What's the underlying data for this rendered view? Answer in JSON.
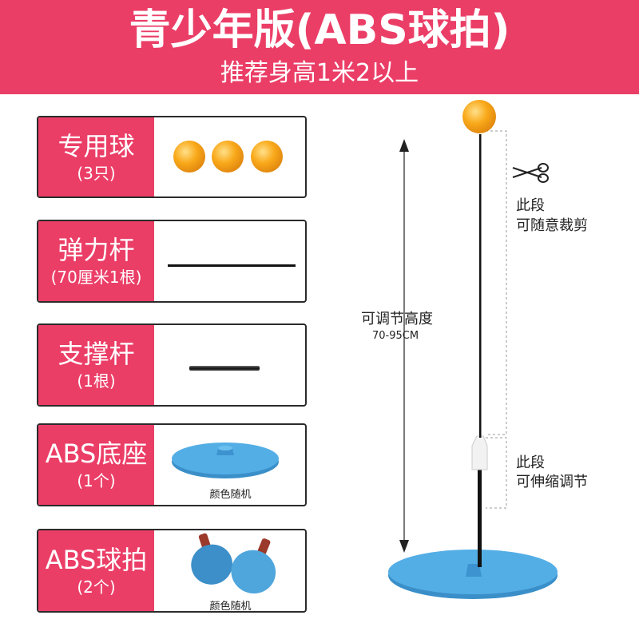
{
  "header": {
    "title": "青少年版(ABS球拍)",
    "subtitle": "推荐身高1米2以上"
  },
  "items": [
    {
      "name": "专用球",
      "qty": "(3只)",
      "icon": "ping-pong-balls"
    },
    {
      "name": "弹力杆",
      "qty": "(70厘米1根)",
      "icon": "elastic-rod"
    },
    {
      "name": "支撑杆",
      "qty": "(1根)",
      "icon": "support-rod"
    },
    {
      "name": "ABS底座",
      "qty": "(1个)",
      "icon": "abs-base",
      "caption": "颜色随机"
    },
    {
      "name": "ABS球拍",
      "qty": "(2个)",
      "icon": "paddles",
      "caption": "颜色随机"
    }
  ],
  "diagram": {
    "height_label": "可调节高度",
    "height_range": "70-95CM",
    "cut_note_1": "此段",
    "cut_note_2": "可随意裁剪",
    "adjust_note_1": "此段",
    "adjust_note_2": "可伸缩调节",
    "colors": {
      "accent": "#eb3e67",
      "base": "#4fa6dc",
      "ball": "#f9a91a"
    }
  }
}
